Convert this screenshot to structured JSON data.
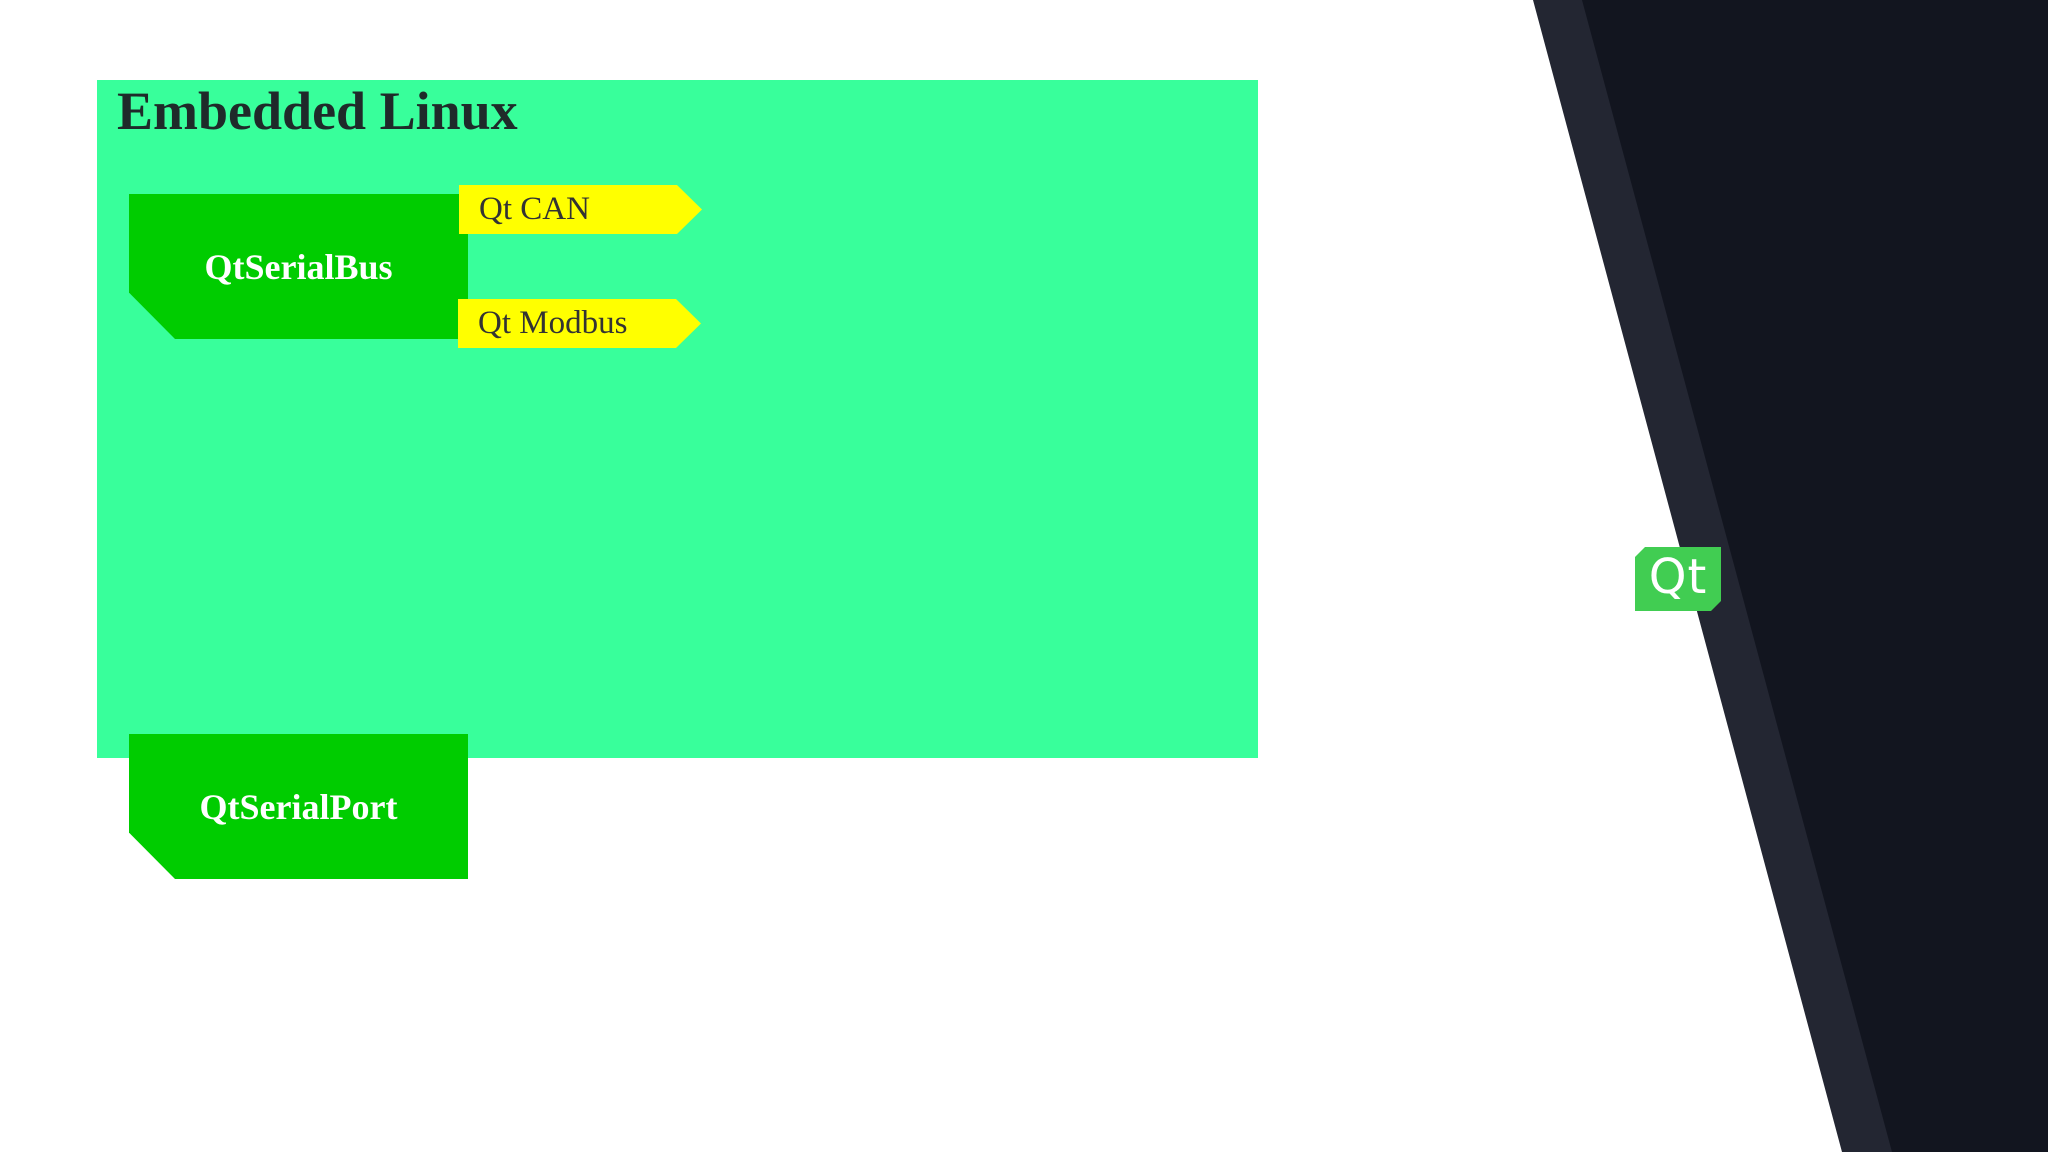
{
  "slide": {
    "region": {
      "title": "Embedded Linux"
    },
    "modules": [
      {
        "label": "QtSerialBus"
      },
      {
        "label": "QtSerialPort"
      }
    ],
    "tags": [
      {
        "label": "Qt CAN"
      },
      {
        "label": "Qt Modbus"
      }
    ],
    "logo": {
      "text": "Qt",
      "icon": "qt-logo-icon"
    }
  },
  "colors": {
    "region_background": "#38ff9b",
    "module_background": "#00cc00",
    "tag_background": "#ffff00",
    "logo_background": "#41cd52",
    "dark_panel": "#12151f",
    "dark_panel_edge": "#232632"
  }
}
